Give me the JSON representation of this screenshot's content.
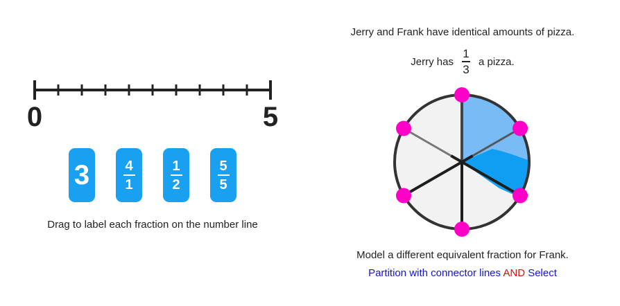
{
  "left_panel": {
    "number_line": {
      "start_label": "0",
      "end_label": "5",
      "tick_count": 10
    },
    "tiles": [
      {
        "type": "whole",
        "value": "3"
      },
      {
        "type": "fraction",
        "numerator": "4",
        "denominator": "1"
      },
      {
        "type": "fraction",
        "numerator": "1",
        "denominator": "2"
      },
      {
        "type": "fraction",
        "numerator": "5",
        "denominator": "5"
      }
    ],
    "instructions": "Drag to label each fraction on the number line"
  },
  "right_panel": {
    "title": "Jerry and Frank have identical amounts of pizza.",
    "jerry_prefix": "Jerry has",
    "jerry_numerator": "1",
    "jerry_denominator": "3",
    "jerry_suffix": "a pizza.",
    "pizza": {
      "slices": 6,
      "selected_slices": 2,
      "selected_fraction": 0.3333,
      "colors": {
        "slice_fill": "#f2f2f2",
        "selected_fill": "#78bbf5",
        "selected_fill_dark": "#0a9cf0",
        "handle": "#ff00c8",
        "spoke": "#1e1e1e",
        "rim": "#333333"
      }
    },
    "prompt": "Model a different equivalent fraction for Frank.",
    "hint_part1": "Partition with connector lines",
    "hint_and": "AND",
    "hint_part2": "Select",
    "colors": {
      "hint": "#1414d2",
      "and": "#e01010"
    }
  }
}
